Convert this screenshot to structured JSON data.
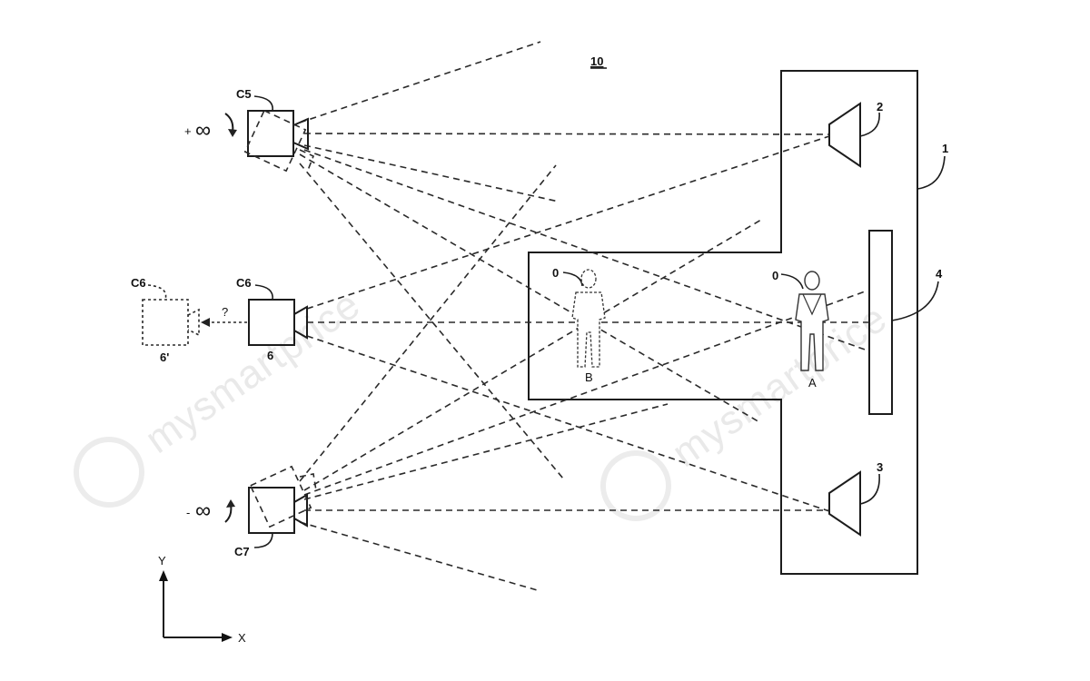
{
  "figure": {
    "number": "10",
    "labels": {
      "c5": "C5",
      "c6": "C6",
      "c6_moved": "C6",
      "c7": "C7",
      "six": "6",
      "six_prime": "6'",
      "question": "?",
      "plus_inf": "+",
      "minus_inf": "-",
      "inf_symbol": "∞",
      "room": "1",
      "speaker_top": "2",
      "speaker_bottom": "3",
      "screen": "4",
      "person_a_ref": "0",
      "person_b_ref": "0",
      "person_a": "A",
      "person_b": "B",
      "axis_x": "X",
      "axis_y": "Y"
    },
    "watermark": "mysmartprice"
  }
}
